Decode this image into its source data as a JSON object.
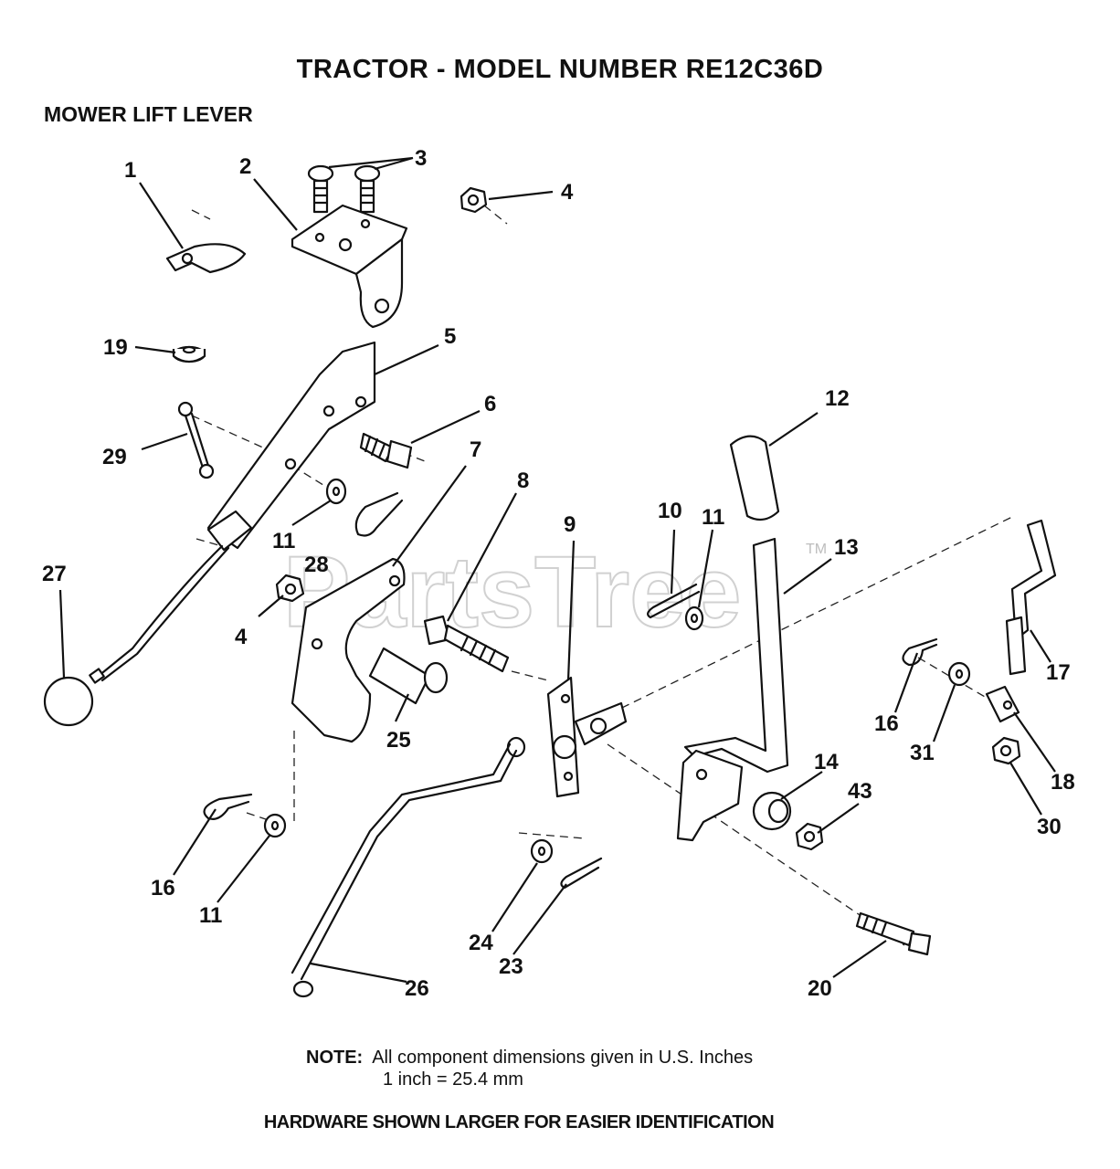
{
  "header": {
    "title": "TRACTOR  - MODEL NUMBER RE12C36D",
    "section": "MOWER LIFT LEVER"
  },
  "watermark": {
    "text": "PartsTree",
    "trademark": "TM"
  },
  "callouts": {
    "c1": "1",
    "c2": "2",
    "c3": "3",
    "c4a": "4",
    "c4b": "4",
    "c5": "5",
    "c6": "6",
    "c7": "7",
    "c8": "8",
    "c9": "9",
    "c10": "10",
    "c11a": "11",
    "c11b": "11",
    "c11c": "11",
    "c12": "12",
    "c13": "13",
    "c14": "14",
    "c16a": "16",
    "c16b": "16",
    "c17": "17",
    "c18": "18",
    "c19": "19",
    "c20": "20",
    "c23": "23",
    "c24": "24",
    "c25": "25",
    "c26": "26",
    "c27": "27",
    "c28": "28",
    "c29": "29",
    "c30": "30",
    "c31": "31",
    "c43": "43"
  },
  "note": {
    "label": "NOTE:",
    "text": "All component dimensions given in U.S. Inches",
    "conversion": "1 inch = 25.4 mm"
  },
  "footer": {
    "text": "HARDWARE SHOWN LARGER FOR EASIER IDENTIFICATION"
  }
}
